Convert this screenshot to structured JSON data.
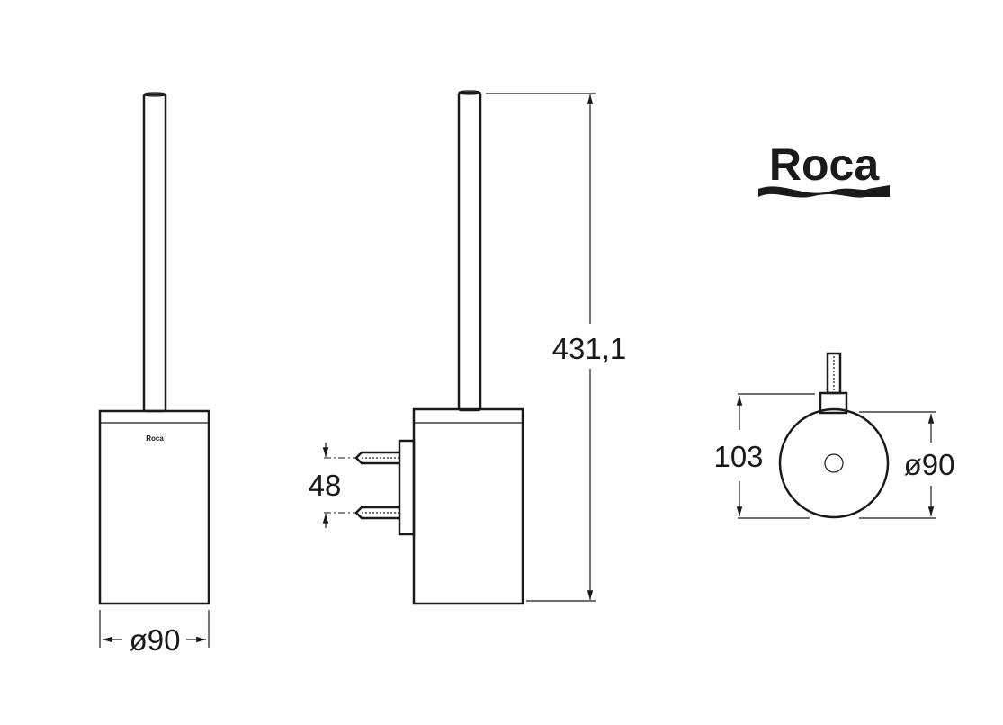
{
  "logo": {
    "brand": "Roca",
    "small_mark": "Roca"
  },
  "dimensions": {
    "front_diameter": "ø90",
    "screw_spacing": "48",
    "total_height": "431,1",
    "depth": "103",
    "top_diameter": "ø90"
  },
  "colors": {
    "line": "#1a1a1a",
    "background": "#ffffff"
  }
}
